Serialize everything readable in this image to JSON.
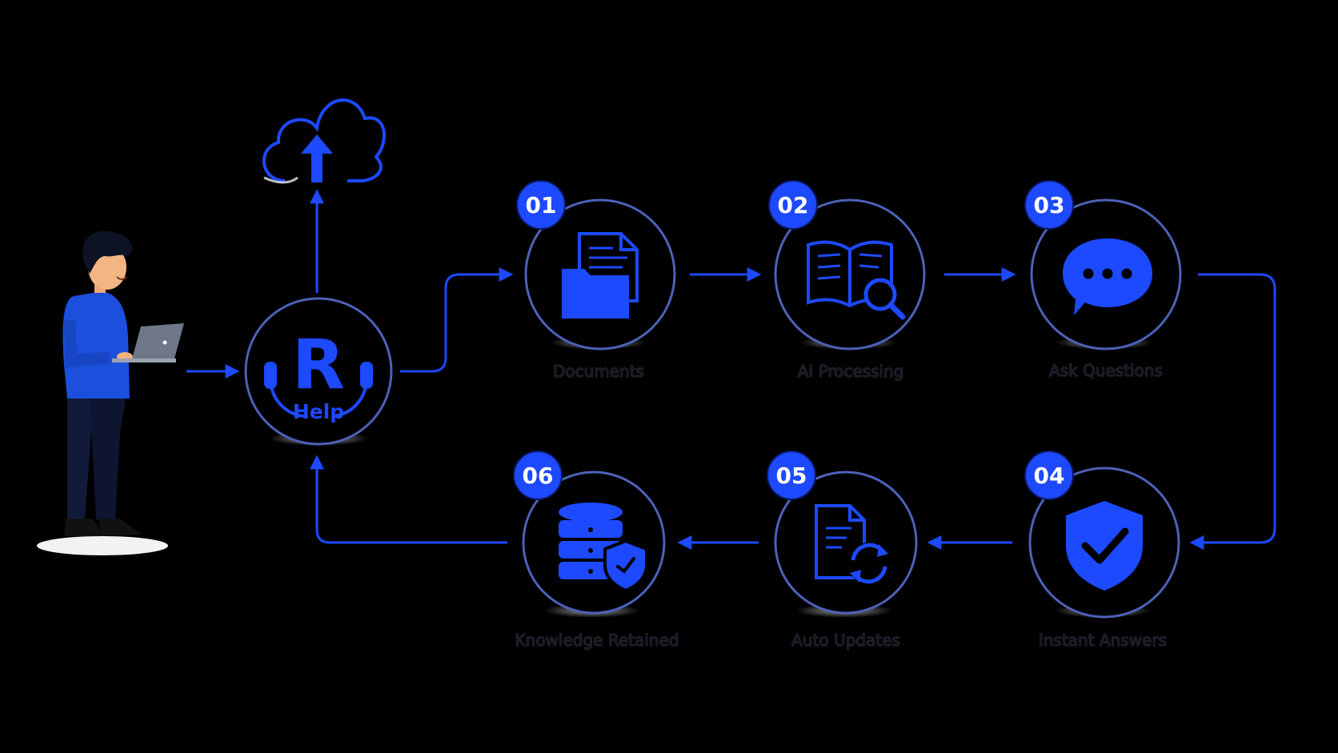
{
  "colors": {
    "background": "#000000",
    "accent": "#1d49ff",
    "ring": "#4d61b8",
    "label_text": "#17171c"
  },
  "hub": {
    "letter": "R",
    "word": "Help",
    "icon": "headset-r-logo-icon"
  },
  "cloud": {
    "icon": "cloud-upload-icon"
  },
  "person": {
    "icon": "person-with-laptop-illustration"
  },
  "steps": [
    {
      "number": "01",
      "label": "Documents",
      "icon": "documents-folder-icon"
    },
    {
      "number": "02",
      "label": "AI Processing",
      "icon": "book-search-icon"
    },
    {
      "number": "03",
      "label": "Ask Questions",
      "icon": "chat-bubble-icon"
    },
    {
      "number": "04",
      "label": "Instant Answers",
      "icon": "shield-check-icon"
    },
    {
      "number": "05",
      "label": "Auto Updates",
      "icon": "document-refresh-icon"
    },
    {
      "number": "06",
      "label": "Knowledge Retained",
      "icon": "database-shield-icon"
    }
  ]
}
